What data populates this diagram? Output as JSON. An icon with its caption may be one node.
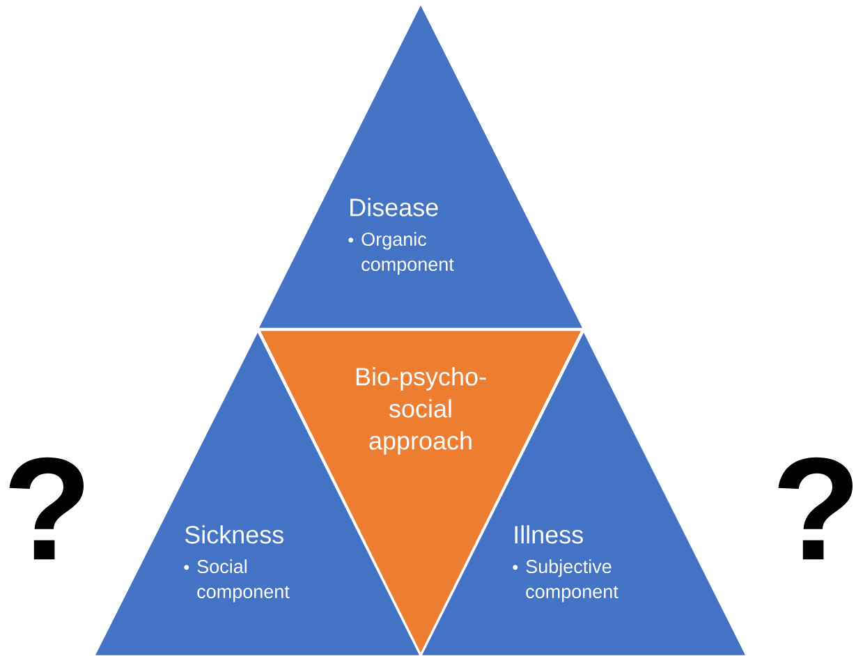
{
  "diagram": {
    "nodes": [
      {
        "text": [
          "Disease",
          "Organic component"
        ]
      },
      {
        "text": [
          "Bio-psycho-social approach"
        ]
      },
      {
        "text": [
          "Sickness",
          "Social component"
        ]
      },
      {
        "text": [
          "Illness",
          "Subjective component"
        ]
      }
    ],
    "labels": [
      "?",
      "?"
    ]
  }
}
